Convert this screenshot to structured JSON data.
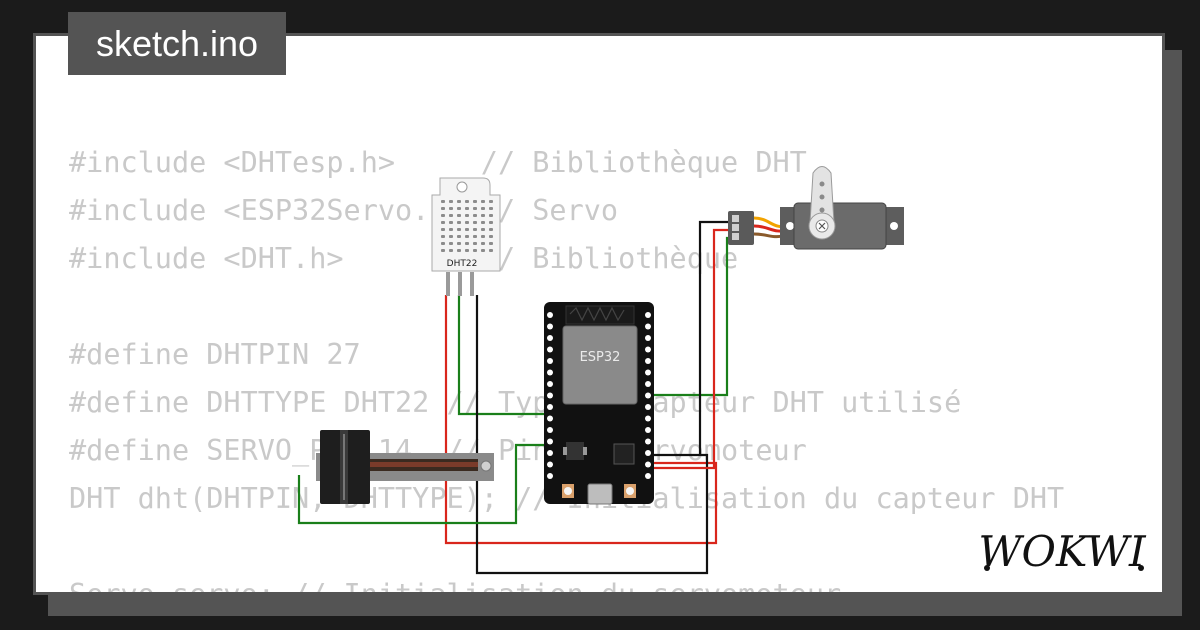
{
  "tab": {
    "filename": "sketch.ino"
  },
  "code_lines": [
    "#include <DHTesp.h>     // Bibliothèque DHT",
    "#include <ESP32Servo.h> // Servo",
    "#include <DHT.h>        // Bibliothèque",
    "",
    "#define DHTPIN 27",
    "#define DHTTYPE DHT22 // Type de capteur DHT utilisé",
    "#define SERVO_PIN 14  // Pin du servomoteur",
    "DHT dht(DHTPIN, DHTTYPE); // Initialisation du capteur DHT",
    "",
    "Servo servo; // Initialisation du servomoteur"
  ],
  "components": {
    "dht_label": "DHT22",
    "esp32_label": "ESP32"
  },
  "brand": {
    "logo_text": "WOKWI"
  },
  "colors": {
    "wire_red": "#d9261c",
    "wire_green": "#1a7f1a",
    "wire_black": "#111111",
    "frame": "#545454"
  }
}
